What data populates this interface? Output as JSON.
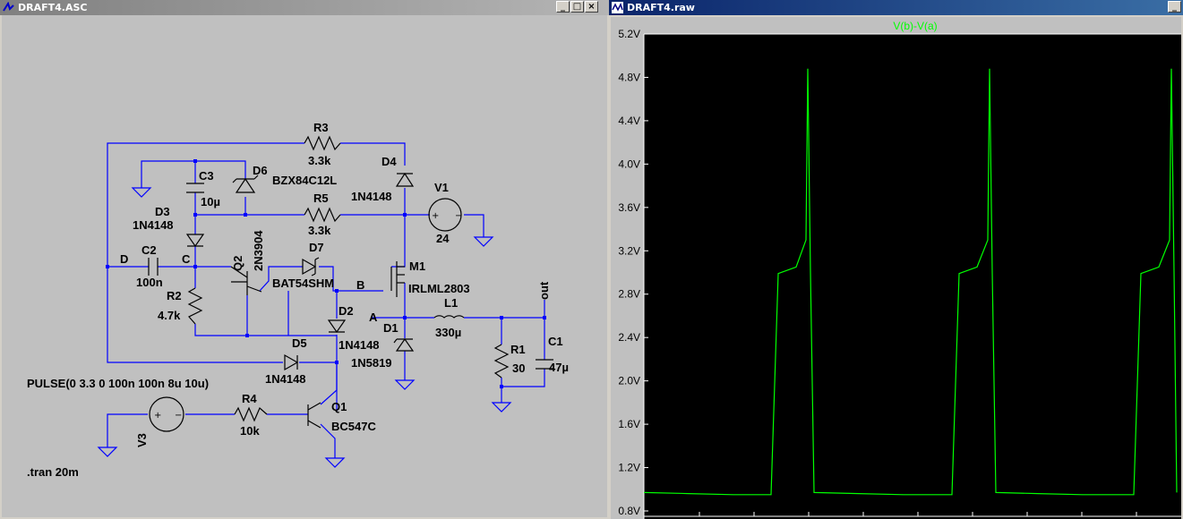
{
  "left_window": {
    "title": "DRAFT4.ASC",
    "buttons": [
      "_",
      "□",
      "×"
    ]
  },
  "right_window": {
    "title": "DRAFT4.raw",
    "buttons": [
      "_"
    ]
  },
  "schematic": {
    "resistors": {
      "R3": {
        "name": "R3",
        "value": "3.3k"
      },
      "R5": {
        "name": "R5",
        "value": "3.3k"
      },
      "R2": {
        "name": "R2",
        "value": "4.7k"
      },
      "R4": {
        "name": "R4",
        "value": "10k"
      },
      "R1": {
        "name": "R1",
        "value": "30"
      }
    },
    "capacitors": {
      "C3": {
        "name": "C3",
        "value": "10µ"
      },
      "C2": {
        "name": "C2",
        "value": "100n"
      },
      "C1": {
        "name": "C1",
        "value": "47µ"
      }
    },
    "diodes": {
      "D6": {
        "name": "D6",
        "value": "BZX84C12L"
      },
      "D4": {
        "name": "D4",
        "value": "1N4148"
      },
      "D3": {
        "name": "D3",
        "value": "1N4148"
      },
      "D7": {
        "name": "D7",
        "value": "BAT54SHM"
      },
      "D2": {
        "name": "D2",
        "value": "1N4148"
      },
      "D1": {
        "name": "D1",
        "value": "1N5819"
      },
      "D5": {
        "name": "D5",
        "value": "1N4148"
      }
    },
    "transistors": {
      "Q2": {
        "name": "Q2",
        "value": "2N3904"
      },
      "M1": {
        "name": "M1",
        "value": "IRLML2803"
      },
      "Q1": {
        "name": "Q1",
        "value": "BC547C"
      }
    },
    "inductor": {
      "name": "L1",
      "value": "330µ"
    },
    "sources": {
      "V1": {
        "name": "V1",
        "value": "24"
      },
      "V3": {
        "name": "V3",
        "value": "PULSE(0 3.3 0 100n 100n 8u 10u)"
      }
    },
    "net_labels": {
      "D": "D",
      "C": "C",
      "B": "B",
      "A": "A",
      "out": "out"
    },
    "directive": ".tran 20m"
  },
  "chart_data": {
    "type": "line",
    "title": "",
    "series": [
      {
        "name": "V(b)-V(a)",
        "color": "#00ff00"
      }
    ],
    "ylim": [
      0.8,
      5.2
    ],
    "yticks": [
      "5.2V",
      "4.8V",
      "4.4V",
      "4.0V",
      "3.6V",
      "3.2V",
      "2.8V",
      "2.4V",
      "2.0V",
      "1.6V",
      "1.2V",
      "0.8V"
    ],
    "period_px_note": "",
    "points": [
      [
        0,
        0.97
      ],
      [
        50,
        0.96
      ],
      [
        100,
        0.95
      ],
      [
        142,
        0.95
      ],
      [
        150,
        2.99
      ],
      [
        170,
        3.05
      ],
      [
        181,
        3.3
      ],
      [
        183,
        4.88
      ],
      [
        186,
        3.0
      ],
      [
        190,
        0.97
      ],
      [
        240,
        0.96
      ],
      [
        290,
        0.95
      ],
      [
        344,
        0.95
      ],
      [
        352,
        2.99
      ],
      [
        372,
        3.05
      ],
      [
        384,
        3.3
      ],
      [
        386,
        4.88
      ],
      [
        389,
        3.0
      ],
      [
        393,
        0.97
      ],
      [
        440,
        0.96
      ],
      [
        490,
        0.95
      ],
      [
        547,
        0.95
      ],
      [
        555,
        2.99
      ],
      [
        575,
        3.05
      ],
      [
        587,
        3.3
      ],
      [
        589,
        4.88
      ],
      [
        592,
        3.0
      ],
      [
        595,
        0.97
      ]
    ],
    "grid": false,
    "background": "#000000",
    "axis_color": "#ffffff"
  }
}
